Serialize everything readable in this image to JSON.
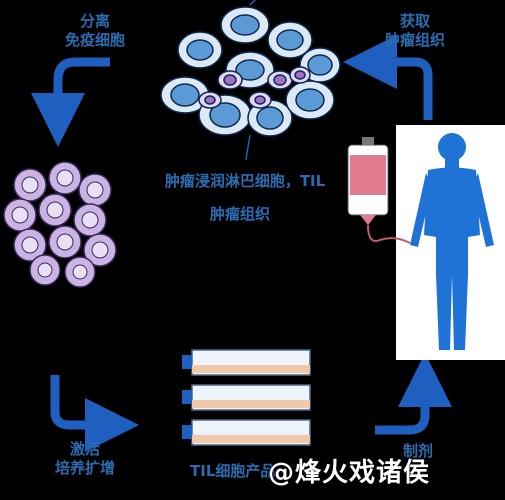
{
  "labels": {
    "isolate": [
      "分离",
      "免疫细胞"
    ],
    "obtain": [
      "获取",
      "肿瘤组织"
    ],
    "til_line": "肿瘤浸润淋巴细胞，TIL",
    "tumor_tissue": "肿瘤组织",
    "activate": [
      "激活",
      "培养扩增"
    ],
    "til_product": "TIL细胞产品",
    "prepare": "制剂"
  },
  "watermark": "@烽火戏诸侯",
  "colors": {
    "accent": "#1f5fbf",
    "label": "#2b6cb0",
    "tumor_cell": "#7fb3e6",
    "lymphocyte": "#cbb3e6",
    "body": "#1f73d6",
    "iv_bag": "#e07a8f",
    "flask_media": "#f2c9a8",
    "flask_cap": "#1f5fbf"
  }
}
